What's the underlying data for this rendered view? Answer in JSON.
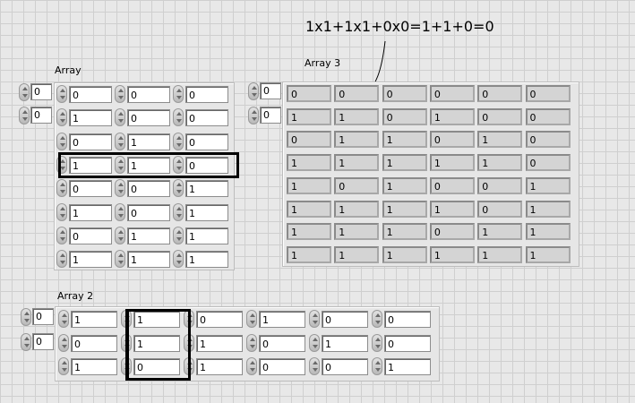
{
  "annotation": "1x1+1x1+0x0=1+1+0=0",
  "array1": {
    "label": "Array",
    "index": [
      "0",
      "0"
    ],
    "rows": [
      [
        "0",
        "0",
        "0"
      ],
      [
        "1",
        "0",
        "0"
      ],
      [
        "0",
        "1",
        "0"
      ],
      [
        "1",
        "1",
        "0"
      ],
      [
        "0",
        "0",
        "1"
      ],
      [
        "1",
        "0",
        "1"
      ],
      [
        "0",
        "1",
        "1"
      ],
      [
        "1",
        "1",
        "1"
      ]
    ]
  },
  "array3": {
    "label": "Array 3",
    "index": [
      "0",
      "0"
    ],
    "rows": [
      [
        "0",
        "0",
        "0",
        "0",
        "0",
        "0"
      ],
      [
        "1",
        "1",
        "0",
        "1",
        "0",
        "0"
      ],
      [
        "0",
        "1",
        "1",
        "0",
        "1",
        "0"
      ],
      [
        "1",
        "1",
        "1",
        "1",
        "1",
        "0"
      ],
      [
        "1",
        "0",
        "1",
        "0",
        "0",
        "1"
      ],
      [
        "1",
        "1",
        "1",
        "1",
        "0",
        "1"
      ],
      [
        "1",
        "1",
        "1",
        "0",
        "1",
        "1"
      ],
      [
        "1",
        "1",
        "1",
        "1",
        "1",
        "1"
      ]
    ]
  },
  "array2": {
    "label": "Array 2",
    "index": [
      "0",
      "0"
    ],
    "rows": [
      [
        "1",
        "1",
        "0",
        "1",
        "0",
        "0"
      ],
      [
        "0",
        "1",
        "1",
        "0",
        "1",
        "0"
      ],
      [
        "1",
        "0",
        "1",
        "0",
        "0",
        "1"
      ]
    ]
  }
}
